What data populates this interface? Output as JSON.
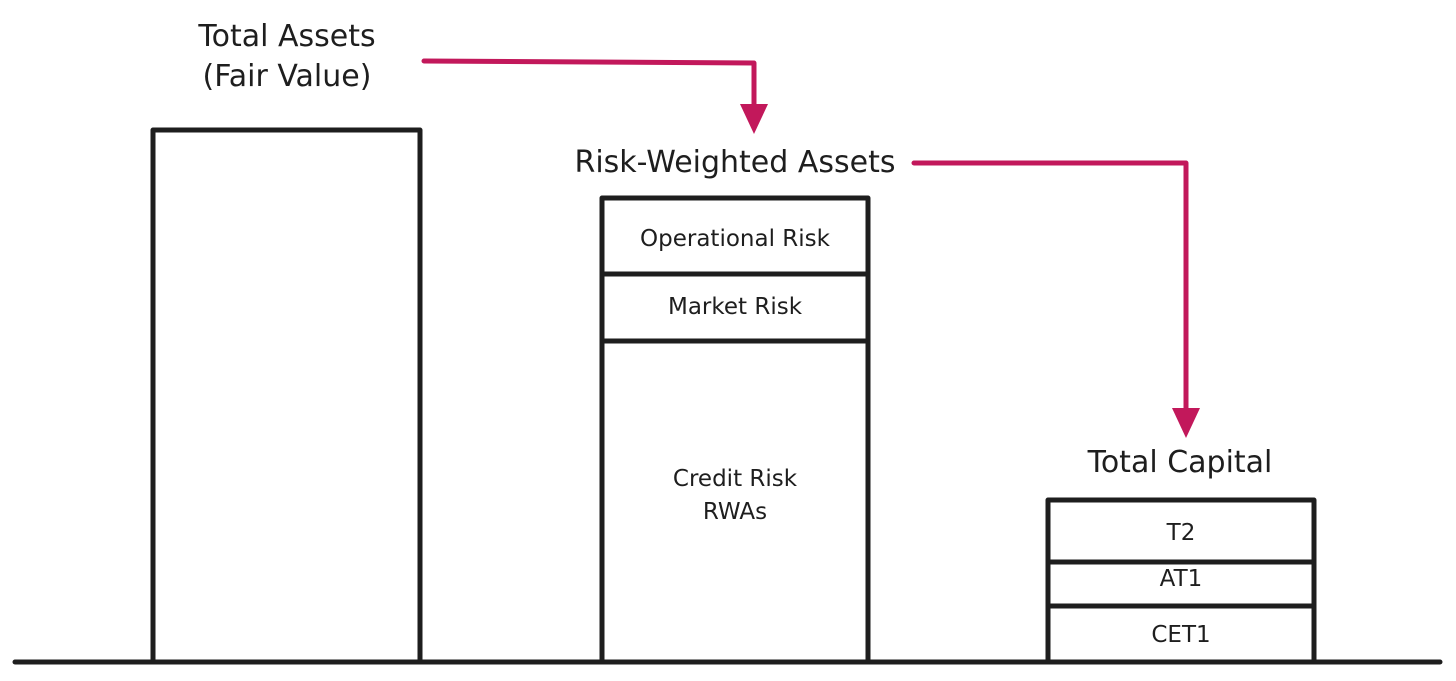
{
  "colors": {
    "ink": "#1e1e1e",
    "arrow": "#c2185b",
    "background": "#ffffff"
  },
  "total_assets": {
    "title_line1": "Total Assets",
    "title_line2": "(Fair Value)"
  },
  "rwa": {
    "title": "Risk-Weighted Assets",
    "segments": {
      "operational": "Operational Risk",
      "market": "Market Risk",
      "credit_line1": "Credit Risk",
      "credit_line2": "RWAs"
    }
  },
  "capital": {
    "title": "Total Capital",
    "segments": {
      "t2": "T2",
      "at1": "AT1",
      "cet1": "CET1"
    }
  }
}
